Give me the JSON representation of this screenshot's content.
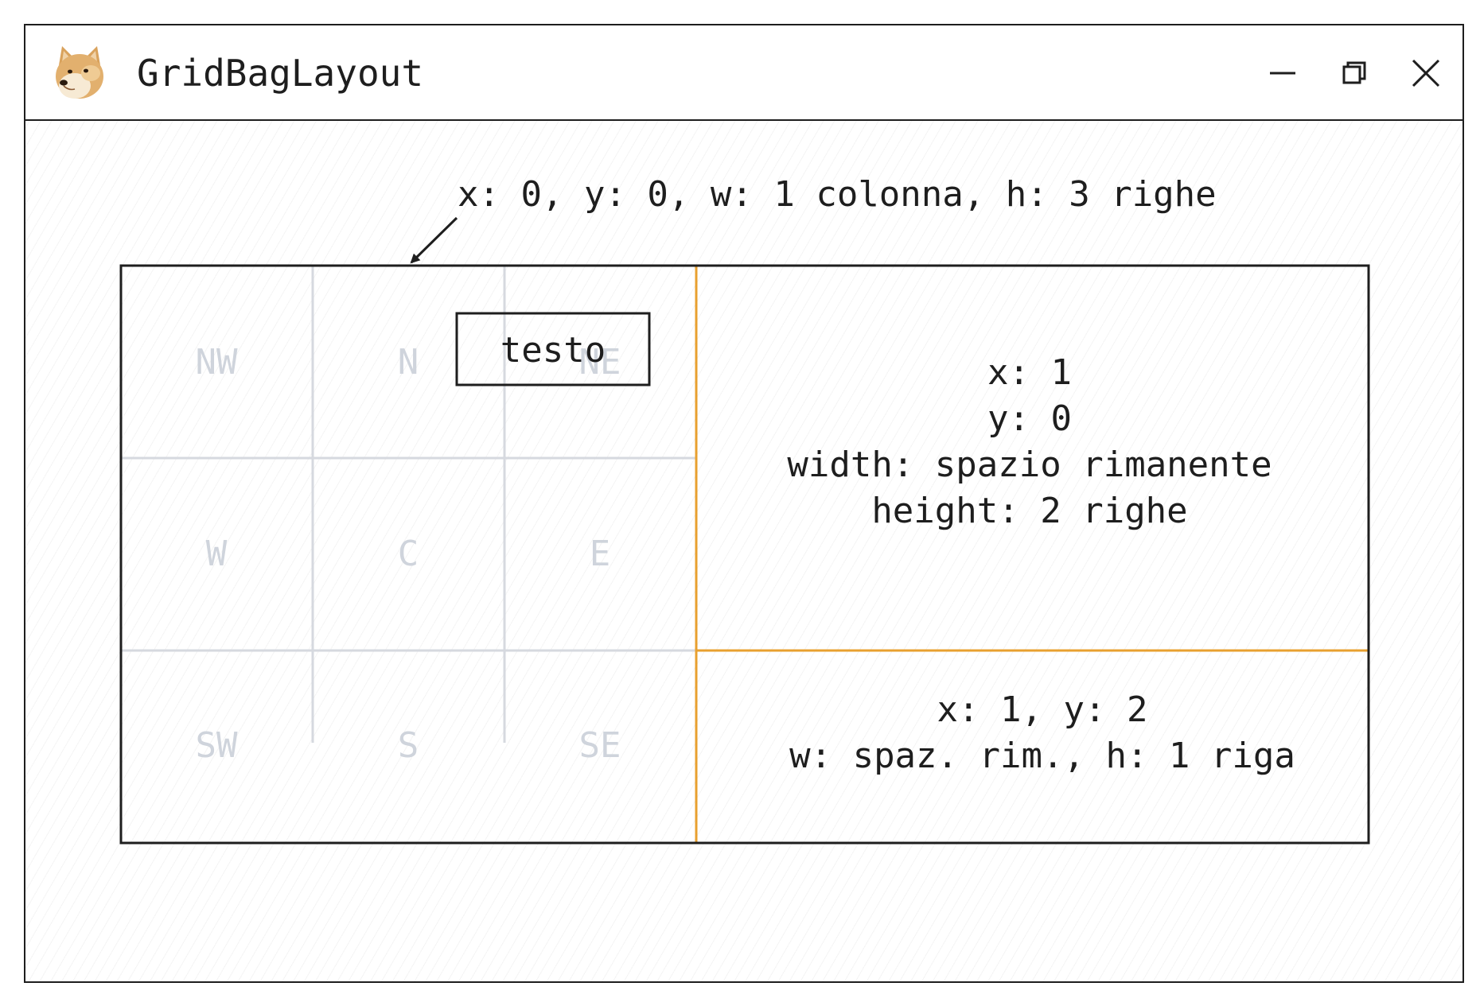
{
  "window": {
    "title": "GridBagLayout",
    "logo_icon": "doge-icon",
    "controls": {
      "minimize_icon": "minimize-icon",
      "maximize_icon": "restore-icon",
      "close_icon": "close-icon"
    }
  },
  "diagram": {
    "cell_labels": [
      "NW",
      "N",
      "NE",
      "W",
      "C",
      "E",
      "SW",
      "S",
      "SE"
    ],
    "component_label": "testo",
    "annotation_top": "x: 0, y: 0, w: 1 colonna, h: 3 righe",
    "annotation_right_top": [
      "x: 1",
      "y: 0",
      "width: spazio rimanente",
      "height: 2 righe"
    ],
    "annotation_right_bottom": [
      "x: 1, y: 2",
      "w: spaz. rim., h: 1 riga"
    ],
    "colors": {
      "grid_line": "#d6d9df",
      "highlight_line": "#e8a02f",
      "border": "#1e1e1e",
      "cell_label": "#cfd4dc"
    }
  }
}
